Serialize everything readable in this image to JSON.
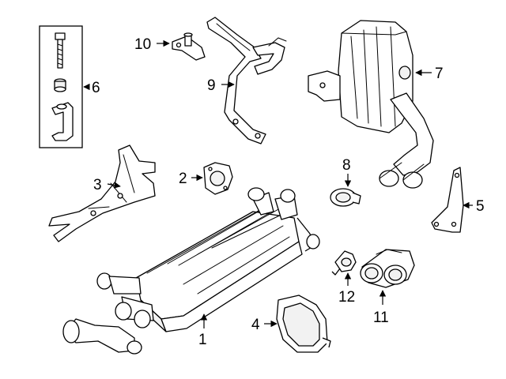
{
  "callouts": {
    "c1": "1",
    "c2": "2",
    "c3": "3",
    "c4": "4",
    "c5": "5",
    "c6": "6",
    "c7": "7",
    "c8": "8",
    "c9": "9",
    "c10": "10",
    "c11": "11",
    "c12": "12"
  },
  "colors": {
    "line": "#000000",
    "background": "#ffffff",
    "shade": "#f2f2f2"
  }
}
